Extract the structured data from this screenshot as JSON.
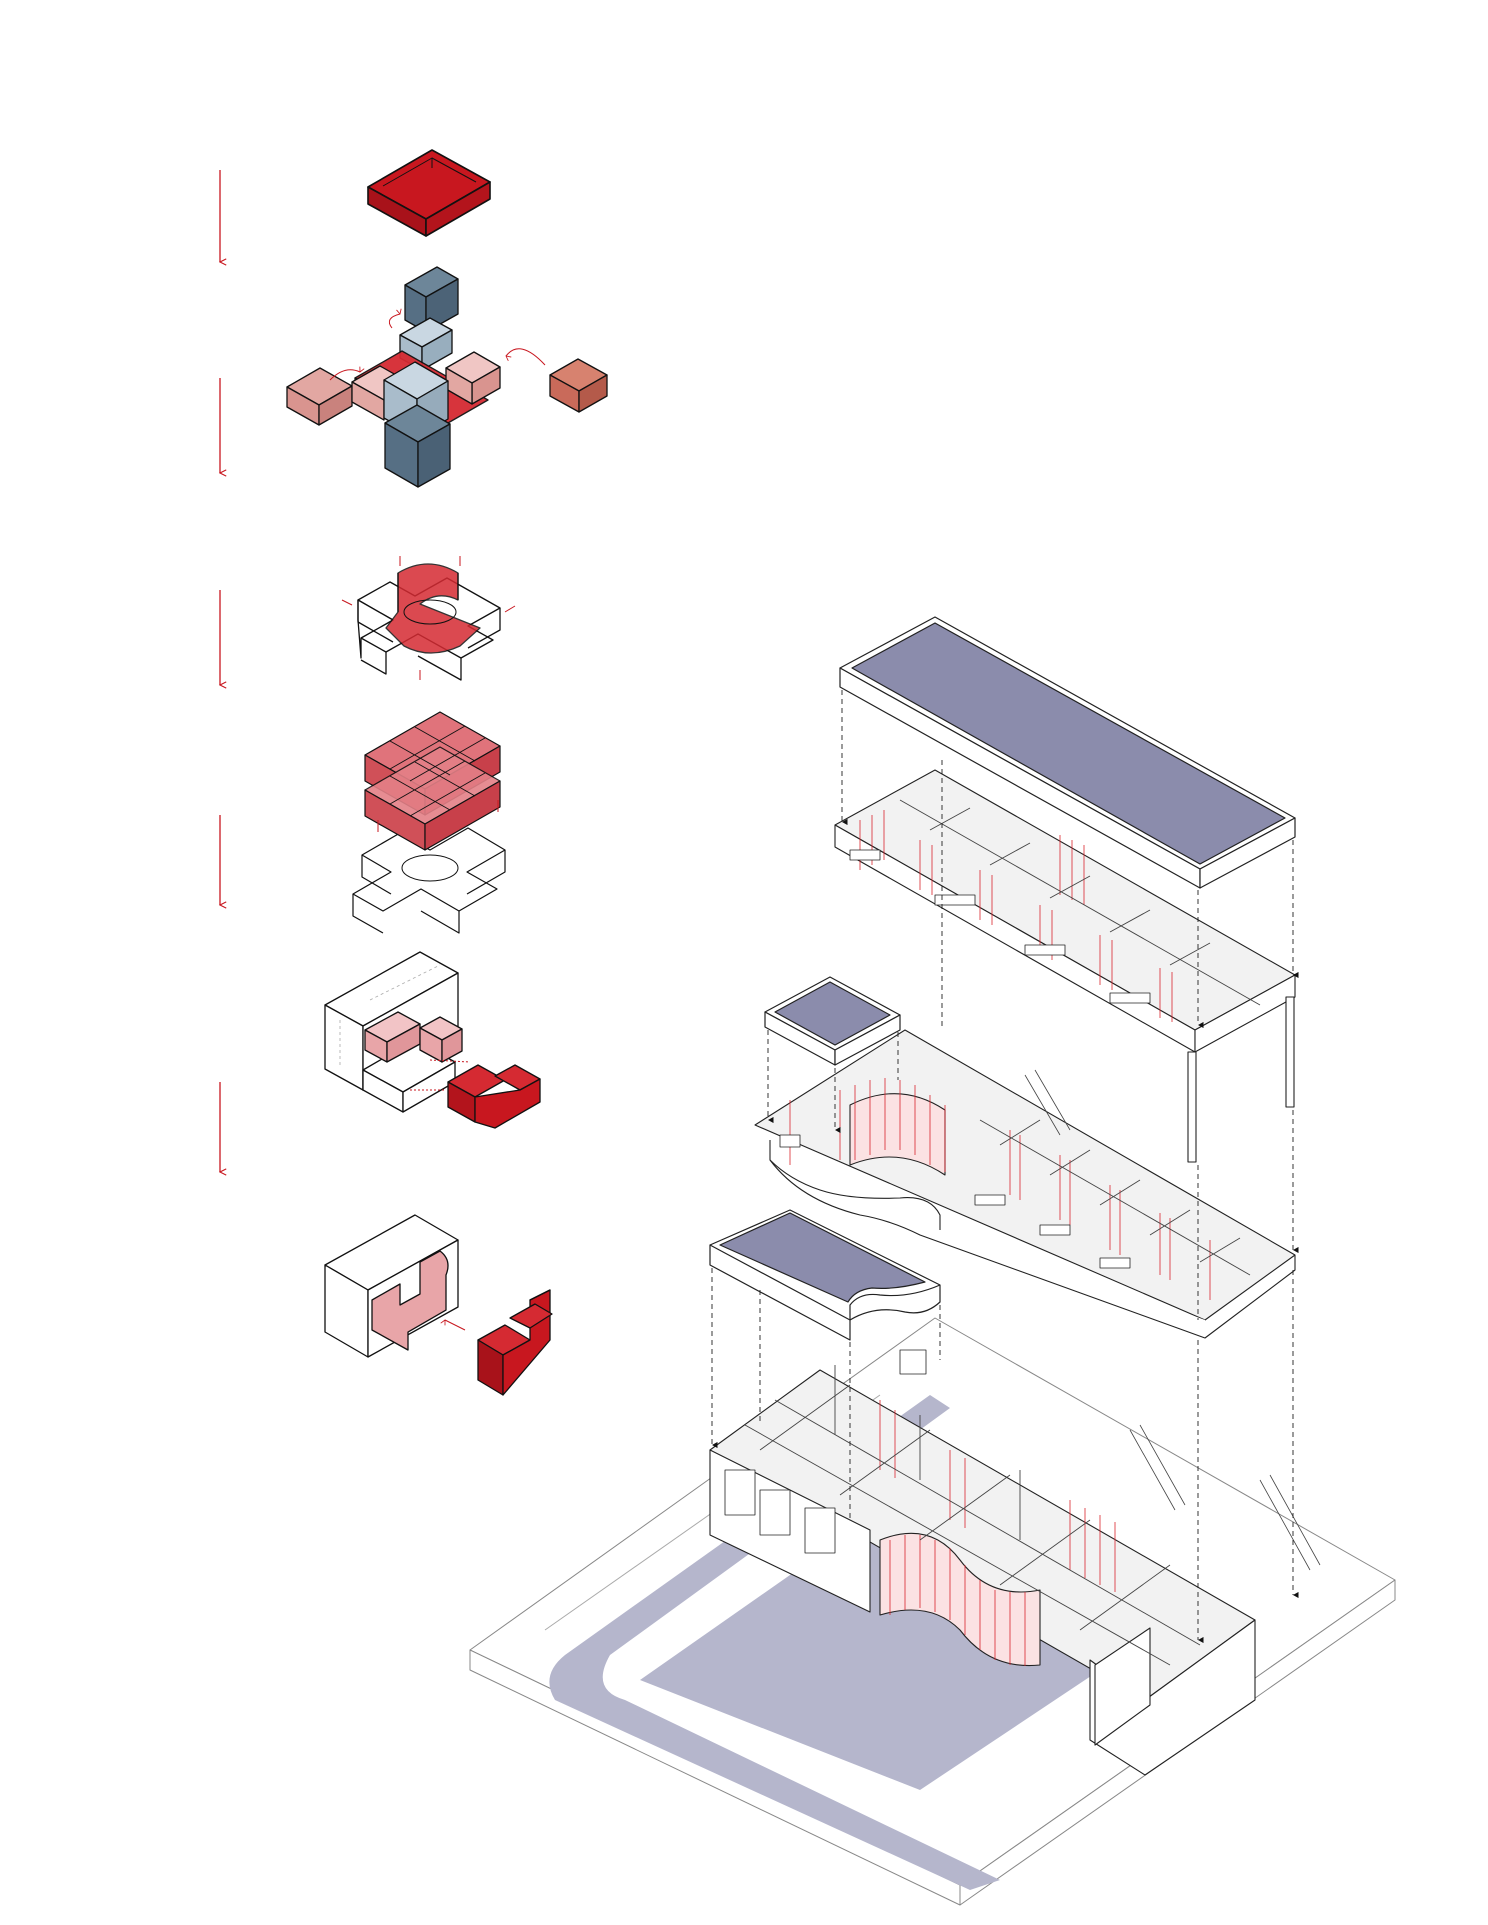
{
  "diagram": {
    "labels": [],
    "colors": {
      "red": "#c8171f",
      "red_light": "#e0737b",
      "red_pale": "#f2c4c6",
      "salmon": "#d9948f",
      "rust": "#c96a5a",
      "blue_dark": "#566f84",
      "blue_light": "#a9bccb",
      "lavender": "#8b8cac",
      "lavender_light": "#b5b6cc",
      "line": "#1a1a1a",
      "grey_line": "#999999"
    },
    "process_steps": [
      {
        "id": "step-1",
        "shape": "solid-block"
      },
      {
        "id": "step-2",
        "shape": "cross-of-volumes"
      },
      {
        "id": "step-3",
        "shape": "carved-cross"
      },
      {
        "id": "step-4",
        "shape": "stacked-grid"
      },
      {
        "id": "step-5",
        "shape": "subtracted-volumes"
      },
      {
        "id": "step-6",
        "shape": "extracted-s-volume"
      }
    ],
    "exploded_layers": [
      {
        "id": "roof-upper"
      },
      {
        "id": "upper-floor"
      },
      {
        "id": "small-roof"
      },
      {
        "id": "middle-floor"
      },
      {
        "id": "lower-roof"
      },
      {
        "id": "ground-floor"
      },
      {
        "id": "site-base"
      }
    ]
  }
}
